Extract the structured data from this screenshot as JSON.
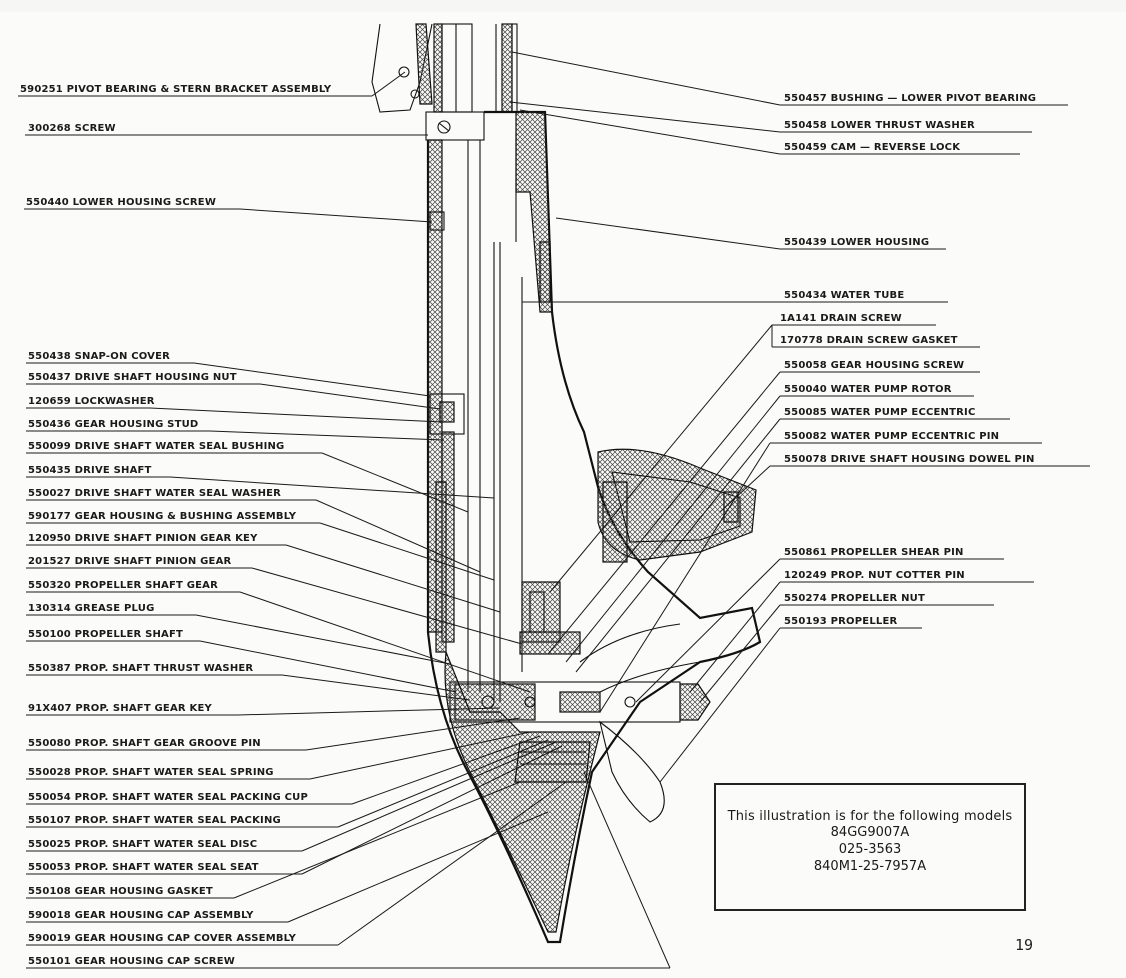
{
  "parts_left": [
    {
      "id": "pivot",
      "text": "590251 PIVOT BEARING & STERN BRACKET ASSEMBLY"
    },
    {
      "id": "screw",
      "text": "300268 SCREW"
    },
    {
      "id": "lh-screw",
      "text": "550440 LOWER HOUSING SCREW"
    },
    {
      "id": "snap",
      "text": "550438 SNAP-ON COVER"
    },
    {
      "id": "dsh-nut",
      "text": "550437 DRIVE SHAFT HOUSING NUT"
    },
    {
      "id": "lockwasher",
      "text": "120659 LOCKWASHER"
    },
    {
      "id": "gh-stud",
      "text": "550436 GEAR HOUSING STUD"
    },
    {
      "id": "dsws-bushing",
      "text": "550099 DRIVE SHAFT WATER SEAL BUSHING"
    },
    {
      "id": "drive-shaft",
      "text": "550435 DRIVE SHAFT"
    },
    {
      "id": "dsws-washer",
      "text": "550027 DRIVE SHAFT WATER SEAL WASHER"
    },
    {
      "id": "ghb-assembly",
      "text": "590177 GEAR HOUSING & BUSHING ASSEMBLY"
    },
    {
      "id": "dspg-key",
      "text": "120950 DRIVE SHAFT PINION GEAR KEY"
    },
    {
      "id": "dsp-gear",
      "text": "201527 DRIVE SHAFT PINION GEAR"
    },
    {
      "id": "ps-gear",
      "text": "550320 PROPELLER SHAFT GEAR"
    },
    {
      "id": "grease",
      "text": "130314 GREASE PLUG"
    },
    {
      "id": "prop-shaft",
      "text": "550100 PROPELLER SHAFT"
    },
    {
      "id": "pst-washer",
      "text": "550387 PROP. SHAFT THRUST WASHER"
    },
    {
      "id": "psg-key",
      "text": "91X407 PROP. SHAFT GEAR KEY"
    },
    {
      "id": "psgg-pin",
      "text": "550080 PROP. SHAFT GEAR GROOVE PIN"
    },
    {
      "id": "psws-spring",
      "text": "550028 PROP. SHAFT WATER SEAL SPRING"
    },
    {
      "id": "pswsp-cup",
      "text": "550054 PROP. SHAFT WATER SEAL PACKING CUP"
    },
    {
      "id": "psws-packing",
      "text": "550107 PROP. SHAFT WATER SEAL PACKING"
    },
    {
      "id": "psws-disc",
      "text": "550025 PROP. SHAFT WATER SEAL DISC"
    },
    {
      "id": "psws-seat",
      "text": "550053 PROP. SHAFT WATER SEAL SEAT"
    },
    {
      "id": "gh-gasket",
      "text": "550108 GEAR HOUSING GASKET"
    },
    {
      "id": "ghc-assembly",
      "text": "590018 GEAR HOUSING CAP ASSEMBLY"
    },
    {
      "id": "ghcc-assembly",
      "text": "590019 GEAR HOUSING CAP COVER ASSEMBLY"
    },
    {
      "id": "ghc-screw",
      "text": "550101 GEAR HOUSING CAP SCREW"
    }
  ],
  "parts_right": [
    {
      "id": "bushing-lpb",
      "text": "550457 BUSHING — LOWER PIVOT BEARING"
    },
    {
      "id": "lt-washer",
      "text": "550458 LOWER THRUST WASHER"
    },
    {
      "id": "cam",
      "text": "550459 CAM — REVERSE LOCK"
    },
    {
      "id": "lower-housing",
      "text": "550439 LOWER HOUSING"
    },
    {
      "id": "water-tube",
      "text": "550434 WATER TUBE"
    },
    {
      "id": "drain-screw",
      "text": "1A141 DRAIN SCREW"
    },
    {
      "id": "dsg",
      "text": "170778 DRAIN SCREW GASKET"
    },
    {
      "id": "ghs",
      "text": "550058 GEAR HOUSING SCREW"
    },
    {
      "id": "wp-rotor",
      "text": "550040 WATER PUMP ROTOR"
    },
    {
      "id": "wp-ecc",
      "text": "550085 WATER PUMP ECCENTRIC"
    },
    {
      "id": "wp-ecc-pin",
      "text": "550082 WATER PUMP ECCENTRIC PIN"
    },
    {
      "id": "dowel",
      "text": "550078 DRIVE SHAFT HOUSING DOWEL PIN"
    },
    {
      "id": "shear-pin",
      "text": "550861 PROPELLER SHEAR PIN"
    },
    {
      "id": "cotter",
      "text": "120249 PROP. NUT COTTER PIN"
    },
    {
      "id": "prop-nut",
      "text": "550274 PROPELLER NUT"
    },
    {
      "id": "propeller",
      "text": "550193 PROPELLER"
    }
  ],
  "models_box": {
    "title": "This illustration is for the following models",
    "models": [
      "84GG9007A",
      "025-3563",
      "840M1-25-7957A"
    ]
  },
  "page_number": "19"
}
